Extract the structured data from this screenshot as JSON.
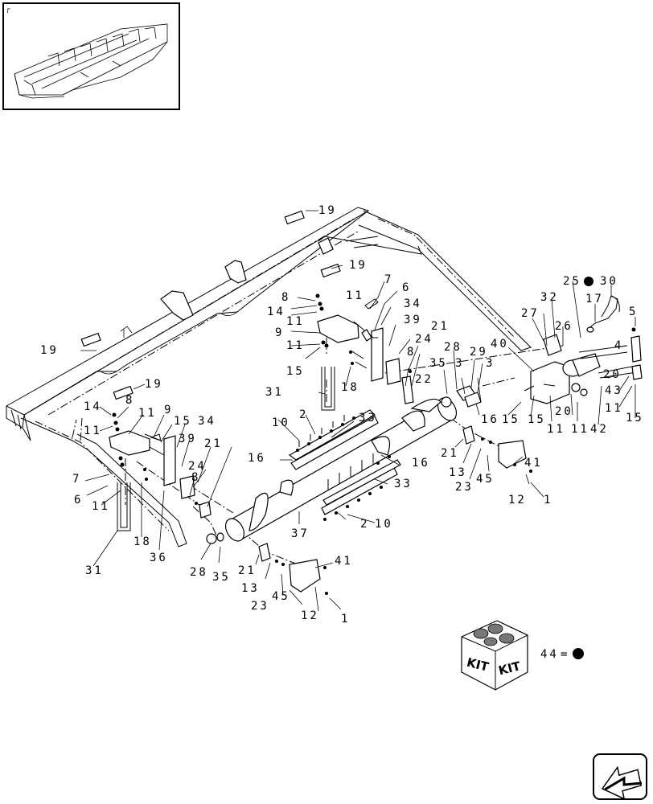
{
  "thumbnail": {
    "corner_mark": "┌"
  },
  "callouts": {
    "c1": "19",
    "c2": "19",
    "c3": "19",
    "c4": "19",
    "c5": "7",
    "c6": "6",
    "c7": "34",
    "c8": "8",
    "c9": "14",
    "c10": "11",
    "c11": "11",
    "c12": "9",
    "c13": "11",
    "c14": "15",
    "c15": "39",
    "c16": "24",
    "c17": "21",
    "c18": "8",
    "c19": "18",
    "c20": "31",
    "c21": "28",
    "c22": "35",
    "c23": "3",
    "c24": "29",
    "c25": "3",
    "c26": "22",
    "c27": "16",
    "c28": "40",
    "c29": "15",
    "c30": "15",
    "c31": "11",
    "c32": "11",
    "c33": "20",
    "c34": "42",
    "c35": "25",
    "c36": "30",
    "c37": "32",
    "c38": "27",
    "c39": "26",
    "c40": "17",
    "c41": "5",
    "c42": "4",
    "c43": "20",
    "c44": "43",
    "c45": "11",
    "c46": "15",
    "c47": "8",
    "c48": "14",
    "c49": "11",
    "c50": "11",
    "c51": "9",
    "c52": "15",
    "c53": "34",
    "c54": "39",
    "c55": "21",
    "c56": "24",
    "c57": "8",
    "c58": "7",
    "c59": "6",
    "c60": "11",
    "c61": "31",
    "c62": "18",
    "c63": "36",
    "c64": "28",
    "c65": "35",
    "c66": "10",
    "c67": "2",
    "c68": "33",
    "c69": "16",
    "c70": "16",
    "c71": "33",
    "c72": "2",
    "c73": "10",
    "c74": "37",
    "c75": "21",
    "c76": "13",
    "c77": "23",
    "c78": "45",
    "c79": "41",
    "c80": "12",
    "c81": "1",
    "c82": "21",
    "c83": "13",
    "c84": "23",
    "c85": "45",
    "c86": "41",
    "c87": "12",
    "c88": "1"
  },
  "kit": {
    "label_left": "KIT",
    "label_right": "KIT",
    "ref_number": "44",
    "equals": "="
  }
}
